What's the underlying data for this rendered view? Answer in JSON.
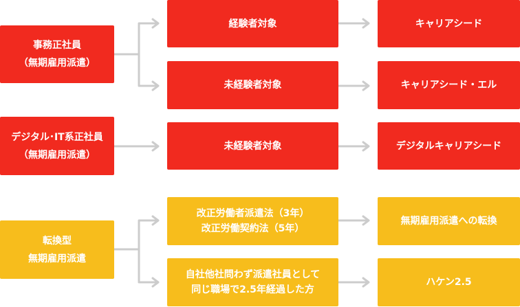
{
  "colors": {
    "red": "#f12a1f",
    "yellow": "#f7bd1c",
    "arrow": "#cccccc"
  },
  "groups": [
    {
      "source": "事務正社員\n（無期雇用派遣）",
      "rows": [
        {
          "condition": "経験者対象",
          "result": "キャリアシード"
        },
        {
          "condition": "未経験者対象",
          "result": "キャリアシード・エル"
        }
      ]
    },
    {
      "source": "デジタル･IT系正社員\n（無期雇用派遣）",
      "rows": [
        {
          "condition": "未経験者対象",
          "result": "デジタルキャリアシード"
        }
      ]
    },
    {
      "source": "転換型\n無期雇用派遣",
      "rows": [
        {
          "condition": "改正労働者派遣法（3年）\n改正労働契約法（5年）",
          "result": "無期雇用派遣への転換"
        },
        {
          "condition": "自社他社問わず派遣社員として\n同じ職場で2.5年経過した方",
          "result": "ハケン2.5"
        }
      ]
    }
  ]
}
